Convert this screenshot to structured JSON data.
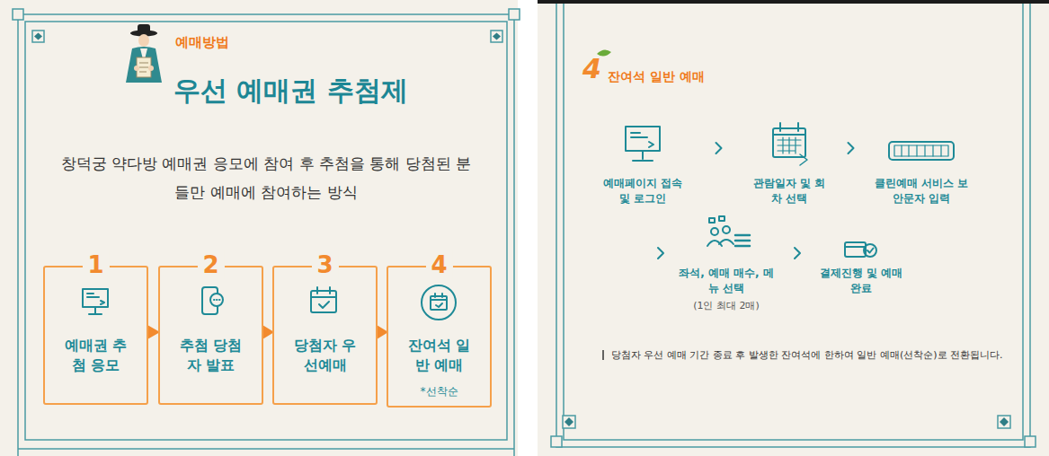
{
  "diagram": {
    "title": "우선 예매권 추첨제",
    "nodes": [
      {
        "text": [
          "1",
          "예매권 추첨 응모"
        ]
      },
      {
        "text": [
          "2",
          "추첨 당첨자 발표"
        ]
      },
      {
        "text": [
          "3",
          "당첨자 우선예매"
        ]
      },
      {
        "text": [
          "4",
          "잔여석 일반 예매",
          "*선착순"
        ]
      },
      {
        "text": [
          "예매페이지 접속 및 로그인"
        ]
      },
      {
        "text": [
          "관람일자 및 회차 선택"
        ]
      },
      {
        "text": [
          "클린예매 서비스 보안문자 입력"
        ]
      },
      {
        "text": [
          "좌석, 예매 매수, 메뉴 선택",
          "(1인 최대 2매)"
        ]
      },
      {
        "text": [
          "결제진행 및 예매완료"
        ]
      }
    ],
    "edges": [
      {
        "from": 0,
        "to": 1,
        "arrow": "to"
      },
      {
        "from": 1,
        "to": 2,
        "arrow": "to"
      },
      {
        "from": 2,
        "to": 3,
        "arrow": "to"
      },
      {
        "from": 4,
        "to": 5,
        "arrow": "to"
      },
      {
        "from": 5,
        "to": 6,
        "arrow": "to"
      },
      {
        "from": 6,
        "to": 7,
        "arrow": "to"
      },
      {
        "from": 7,
        "to": 8,
        "arrow": "to"
      }
    ],
    "labels": [
      "예매방법",
      "창덕궁 약다방 예매권 응모에 참여 후 추첨을 통해 당첨된 분들만 예매에 참여하는 방식",
      "4",
      "잔여석 일반 예매",
      "당첨자 우선 예매 기간 종료 후 발생한 잔여석에 한하여 일반 예매(선착순)로 전환됩니다."
    ]
  }
}
